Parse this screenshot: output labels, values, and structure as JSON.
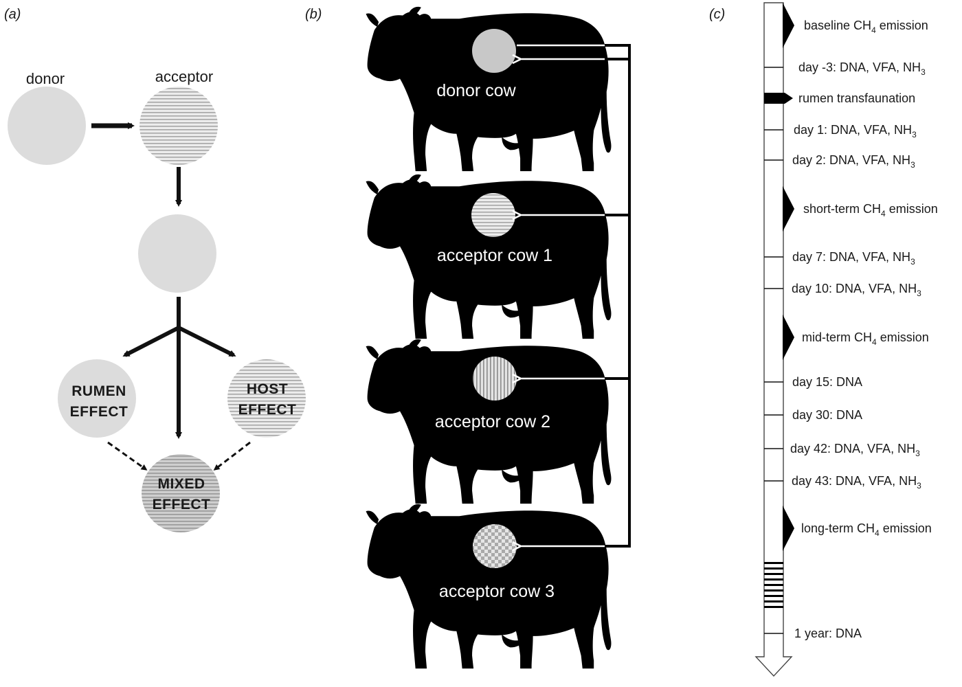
{
  "panels": {
    "a": {
      "tag": "(a)",
      "donor": "donor",
      "acceptor": "acceptor",
      "rumen": [
        "RUMEN",
        "EFFECT"
      ],
      "host": [
        "HOST",
        "EFFECT"
      ],
      "mixed": [
        "MIXED",
        "EFFECT"
      ]
    },
    "b": {
      "tag": "(b)",
      "cows": [
        {
          "label": "donor cow",
          "pattern": "solid"
        },
        {
          "label": "acceptor  cow 1",
          "pattern": "horizontal-stripes"
        },
        {
          "label": "acceptor cow 2",
          "pattern": "vertical-stripes"
        },
        {
          "label": "acceptor cow 3",
          "pattern": "checkerboard"
        }
      ]
    },
    "c": {
      "tag": "(c)",
      "events": [
        {
          "kind": "flag",
          "text": "baseline CH",
          "sub": "4",
          "after": " emission"
        },
        {
          "kind": "tick",
          "text": "day -3: DNA, VFA, NH",
          "sub": "3",
          "after": ""
        },
        {
          "kind": "small",
          "text": "rumen transfaunation",
          "sub": "",
          "after": ""
        },
        {
          "kind": "tick",
          "text": "day 1: DNA, VFA, NH",
          "sub": "3",
          "after": ""
        },
        {
          "kind": "tick",
          "text": "day 2: DNA, VFA, NH",
          "sub": "3",
          "after": ""
        },
        {
          "kind": "flag",
          "text": "short-term  CH",
          "sub": "4",
          "after": " emission"
        },
        {
          "kind": "tick",
          "text": "day 7: DNA, VFA, NH",
          "sub": "3",
          "after": ""
        },
        {
          "kind": "tick",
          "text": "day 10: DNA, VFA, NH",
          "sub": "3",
          "after": ""
        },
        {
          "kind": "flag",
          "text": "mid-term CH",
          "sub": "4",
          "after": " emission"
        },
        {
          "kind": "tick",
          "text": "day 15: DNA",
          "sub": "",
          "after": ""
        },
        {
          "kind": "tick",
          "text": "day 30: DNA",
          "sub": "",
          "after": ""
        },
        {
          "kind": "tick",
          "text": "day 42: DNA, VFA, NH",
          "sub": "3",
          "after": ""
        },
        {
          "kind": "tick",
          "text": "day 43: DNA, VFA, NH",
          "sub": "3",
          "after": ""
        },
        {
          "kind": "flag",
          "text": "long-term CH",
          "sub": "4",
          "after": " emission"
        },
        {
          "kind": "tick",
          "text": "1 year: DNA",
          "sub": "",
          "after": ""
        }
      ]
    }
  },
  "colors": {
    "circle_fill": "#dcdcdc",
    "stripe": "#a8a8a8",
    "cow": "#000000",
    "ink": "#111111"
  }
}
